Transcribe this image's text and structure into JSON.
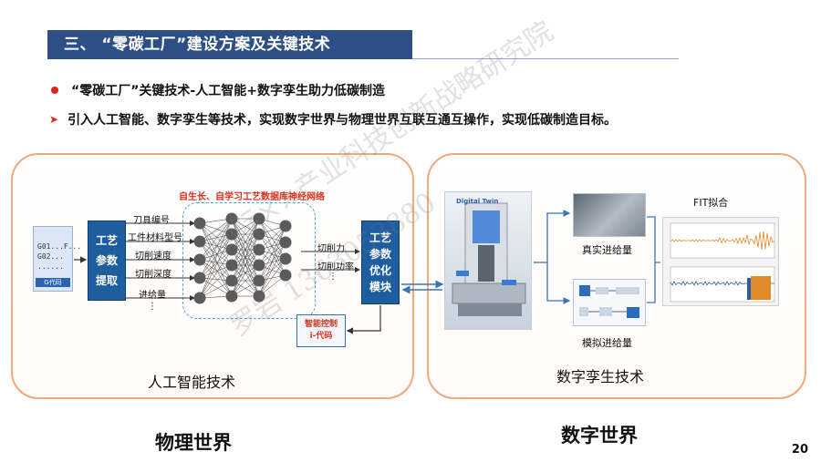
{
  "header": {
    "title": "三、 “零碳工厂”建设方案及关键技术"
  },
  "bullets": [
    {
      "text": "“零碳工厂”关键技术-人工智能+数字孪生助力低碳制造"
    },
    {
      "text": "引入人工智能、数字孪生等技术，实现数字世界与物理世界互联互通互操作，实现低碳制造目标。"
    }
  ],
  "left_panel": {
    "label": "人工智能技术",
    "gcode_doc": {
      "lines": [
        "G01...F...",
        "G02...",
        "......"
      ],
      "tag": "G代码"
    },
    "extract_block": [
      "工艺",
      "参数",
      "提取"
    ],
    "nn_caption": "自生长、自学习工艺数据库神经网络",
    "features": [
      "刀具编号",
      "工件材料型号",
      "切削速度",
      "切削深度",
      "进给量",
      "⋮"
    ],
    "outputs": [
      "切削力",
      "切削功率",
      "⋮"
    ],
    "optimize_block": [
      "工艺",
      "参数",
      "优化",
      "模块"
    ],
    "control_box": [
      "智能控制",
      "i-代码"
    ]
  },
  "right_panel": {
    "label": "数字孪生技术",
    "twin_tag": "Digital Twin",
    "real_label": "真实进给量",
    "sim_label": "模拟进给量",
    "fit_label": "FIT拟合"
  },
  "world_labels": {
    "physical": "物理世界",
    "digital": "数字世界"
  },
  "page_number": "20",
  "watermarks": [
    "国际××产业科技创新战略研究院",
    "罗岩 1363053880"
  ],
  "colors": {
    "title_bar": "#2d4f86",
    "accent_red": "#e2231a",
    "panel_border": "#f2a77c",
    "block_blue": "#1f5e9e"
  }
}
